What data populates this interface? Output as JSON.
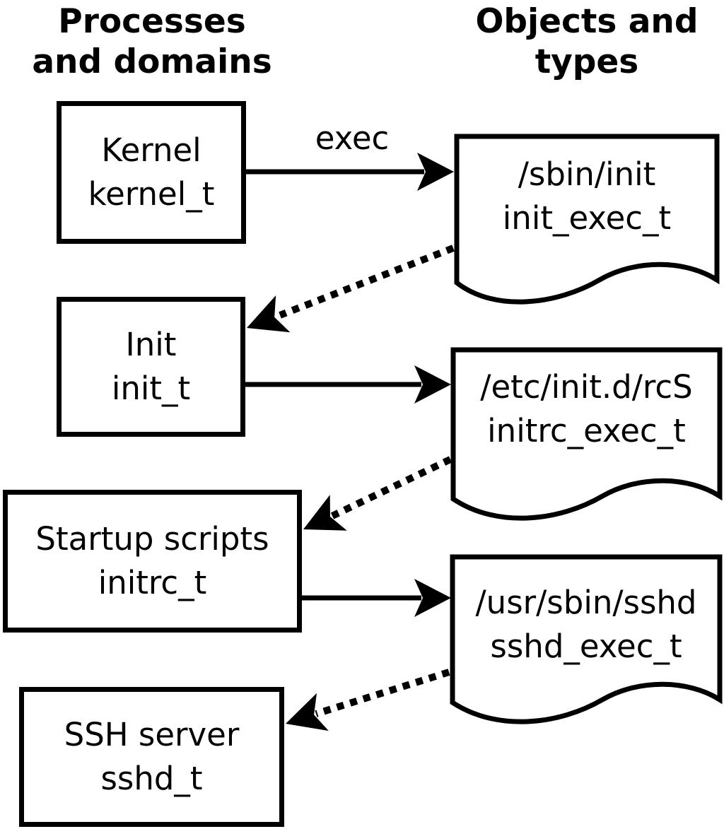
{
  "headers": {
    "left": "Processes\nand domains",
    "right": "Objects and\ntypes"
  },
  "edge_labels": {
    "exec": "exec"
  },
  "processes": [
    {
      "name": "Kernel",
      "type": "kernel_t"
    },
    {
      "name": "Init",
      "type": "init_t"
    },
    {
      "name": "Startup scripts",
      "type": "initrc_t"
    },
    {
      "name": "SSH server",
      "type": "sshd_t"
    }
  ],
  "objects": [
    {
      "path": "/sbin/init",
      "type": "init_exec_t"
    },
    {
      "path": "/etc/init.d/rcS",
      "type": "initrc_exec_t"
    },
    {
      "path": "/usr/sbin/sshd",
      "type": "sshd_exec_t"
    }
  ],
  "colors": {
    "foreground": "#000000",
    "background": "#ffffff"
  }
}
